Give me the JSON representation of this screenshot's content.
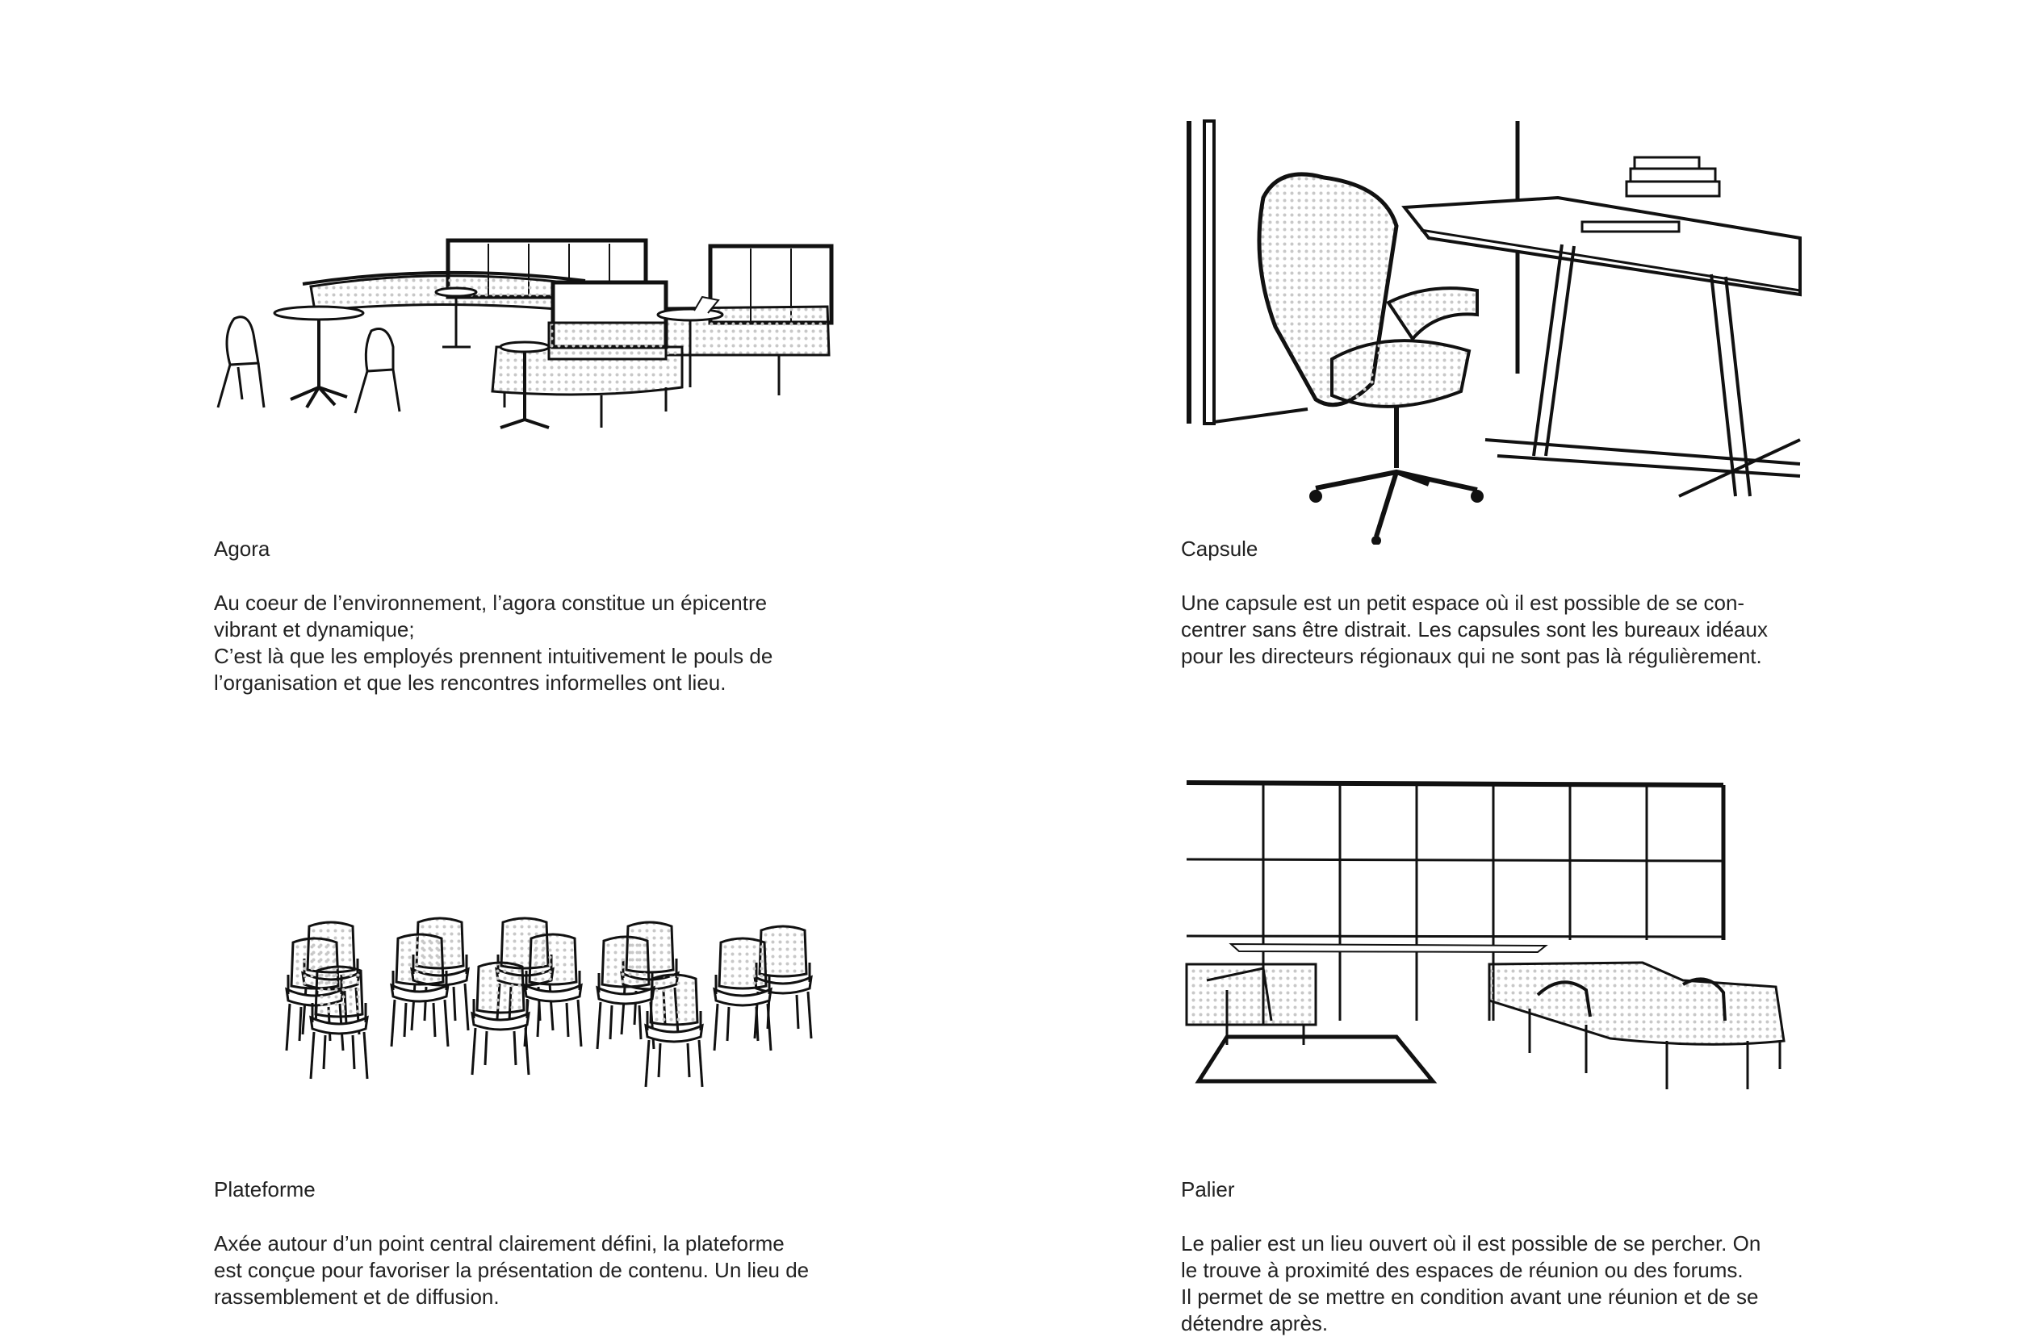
{
  "sections": [
    {
      "key": "agora",
      "title": "Agora",
      "lines": [
        "Au coeur de l’environnement, l’agora constitue un épicentre",
        "vibrant et dynamique;",
        "C’est là que les employés prennent intuitivement le pouls de",
        "l’organisation et que les rencontres informelles ont lieu."
      ]
    },
    {
      "key": "capsule",
      "title": "Capsule",
      "lines": [
        "Une capsule est un petit espace où il est possible de se con-",
        "centrer sans être distrait. Les capsules sont les bureaux idéaux",
        "pour les directeurs régionaux qui ne sont pas là régulièrement."
      ]
    },
    {
      "key": "plateforme",
      "title": "Plateforme",
      "lines": [
        "Axée autour d’un point central clairement défini, la plateforme",
        "est conçue pour favoriser la présentation de contenu. Un lieu de",
        "rassemblement et de diffusion."
      ]
    },
    {
      "key": "palier",
      "title": "Palier",
      "lines": [
        "Le palier est un lieu ouvert où il est possible de se percher. On",
        "le trouve à proximité des espaces de réunion ou des forums.",
        "Il permet de se mettre en condition avant une réunion et de se",
        "détendre après."
      ]
    }
  ]
}
